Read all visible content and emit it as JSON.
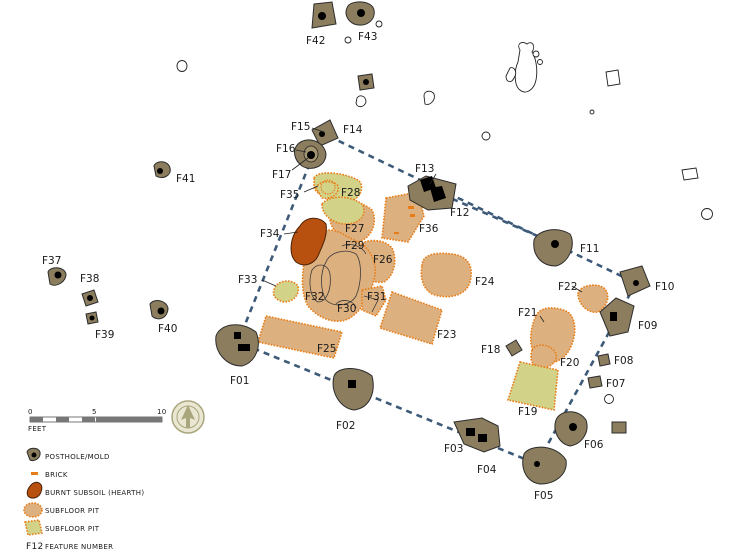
{
  "features": {
    "f01": "F01",
    "f02": "F02",
    "f03": "F03",
    "f04": "F04",
    "f05": "F05",
    "f06": "F06",
    "f07": "F07",
    "f08": "F08",
    "f09": "F09",
    "f10": "F10",
    "f11": "F11",
    "f12": "F12",
    "f13": "F13",
    "f14": "F14",
    "f15": "F15",
    "f16": "F16",
    "f17": "F17",
    "f18": "F18",
    "f19": "F19",
    "f20": "F20",
    "f21": "F21",
    "f22": "F22",
    "f23": "F23",
    "f24": "F24",
    "f25": "F25",
    "f26": "F26",
    "f27": "F27",
    "f28": "F28",
    "f29": "F29",
    "f30": "F30",
    "f31": "F31",
    "f32": "F32",
    "f33": "F33",
    "f34": "F34",
    "f35": "F35",
    "f36": "F36",
    "f37": "F37",
    "f38": "F38",
    "f39": "F39",
    "f40": "F40",
    "f41": "F41",
    "f42": "F42",
    "f43": "F43"
  },
  "scale": {
    "ticks": [
      "0",
      "5",
      "10"
    ],
    "unit": "FEET"
  },
  "north_arrow": "north-arrow-icon",
  "legend": {
    "posthole": "POSTHOLE/MOLD",
    "brick": "BRICK",
    "hearth": "BURNT SUBSOIL (HEARTH)",
    "pit_orange": "SUBFLOOR PIT",
    "pit_green": "SUBFLOOR PIT",
    "feature_number_sample": "F12",
    "feature_number": "FEATURE NUMBER"
  },
  "colors": {
    "posthole": "#8b7d5e",
    "pit_orange": "#ddb07f",
    "pit_green": "#d2d389",
    "pit_outline": "#e87d17",
    "hearth": "#b8510f",
    "building_outline": "#3d5a78"
  }
}
